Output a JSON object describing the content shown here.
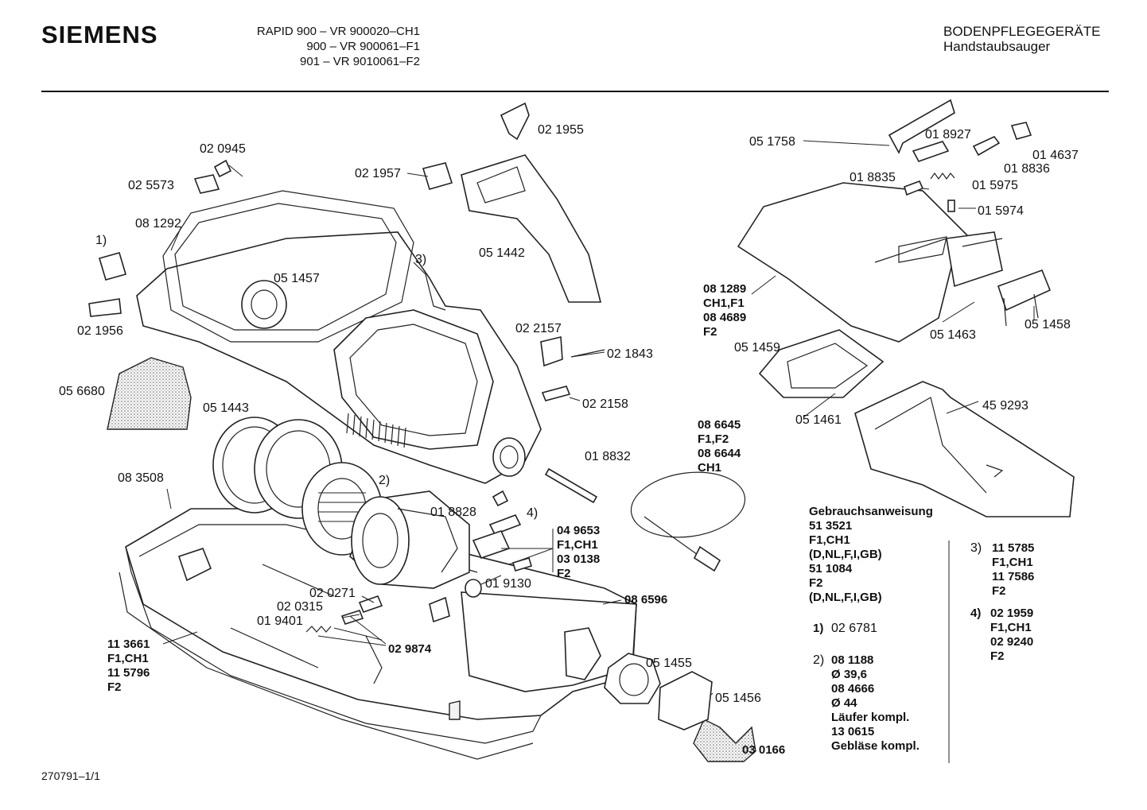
{
  "header": {
    "brand": "SIEMENS",
    "models": [
      "RAPID 900 – VR 900020–CH1",
      "900 – VR 900061–F1",
      "901 – VR 9010061–F2"
    ],
    "category": "BODENPFLEGEGERÄTE",
    "subcategory": "Handstaubsauger"
  },
  "footer": {
    "doc_code": "270791–1/1"
  },
  "labels": {
    "p020945": "02 0945",
    "p025573": "02 5573",
    "p021957": "02 1957",
    "p021955": "02 1955",
    "p081292": "08 1292",
    "p1": "1)",
    "p051457": "05 1457",
    "p3": "3)",
    "p051442": "05 1442",
    "p021956": "02 1956",
    "p056680": "05 6680",
    "p051443": "05 1443",
    "p083508": "08 3508",
    "p2": "2)",
    "p018828": "01 8828",
    "p4": "4)",
    "p022157": "02 2157",
    "p021843": "02 1843",
    "p022158": "02 2158",
    "p018832": "01 8832",
    "p019130": "01 9130",
    "p020271": "02 0271",
    "p020315": "02 0315",
    "p019401": "01 9401",
    "p051455": "05 1455",
    "p051456": "05 1456",
    "p051758": "05 1758",
    "p018927": "01 8927",
    "p014637": "01 4637",
    "p018836": "01 8836",
    "p018835": "01 8835",
    "p015975": "01 5975",
    "p015974": "01 5974",
    "p051459": "05 1459",
    "p051463": "05 1463",
    "p051458": "05 1458",
    "p051461": "05 1461",
    "p459293": "45 9293"
  },
  "bold_labels": {
    "p029874": "02 9874",
    "p030166": "03 0166",
    "p086596": "08 6596",
    "group_113661": [
      "11 3661",
      "F1,CH1",
      "11 5796",
      "F2"
    ],
    "group_049653": [
      "04 9653",
      "F1,CH1",
      "03 0138",
      "F2"
    ],
    "group_086645": [
      "08 6645",
      "F1,F2",
      "08 6644",
      "CH1"
    ],
    "group_081289": [
      "08 1289",
      "CH1,F1",
      "08 4689",
      "F2"
    ]
  },
  "notes": {
    "manual": [
      "Gebrauchsanweisung",
      "51 3521",
      "F1,CH1",
      "(D,NL,F,I,GB)",
      "51 1084",
      "F2",
      "(D,NL,F,I,GB)"
    ],
    "note1_num": "1)",
    "note1_val": "02 6781",
    "note2_num": "2)",
    "note2": [
      "08 1188",
      "Ø 39,6",
      "08 4666",
      "Ø 44",
      "Läufer kompl.",
      "13 0615",
      "Gebläse kompl."
    ],
    "note3_num": "3)",
    "note3": [
      "11 5785",
      "F1,CH1",
      "11 7586",
      "F2"
    ],
    "note4_num": "4)",
    "note4": [
      "02 1959",
      "F1,CH1",
      "02 9240",
      "F2"
    ]
  }
}
